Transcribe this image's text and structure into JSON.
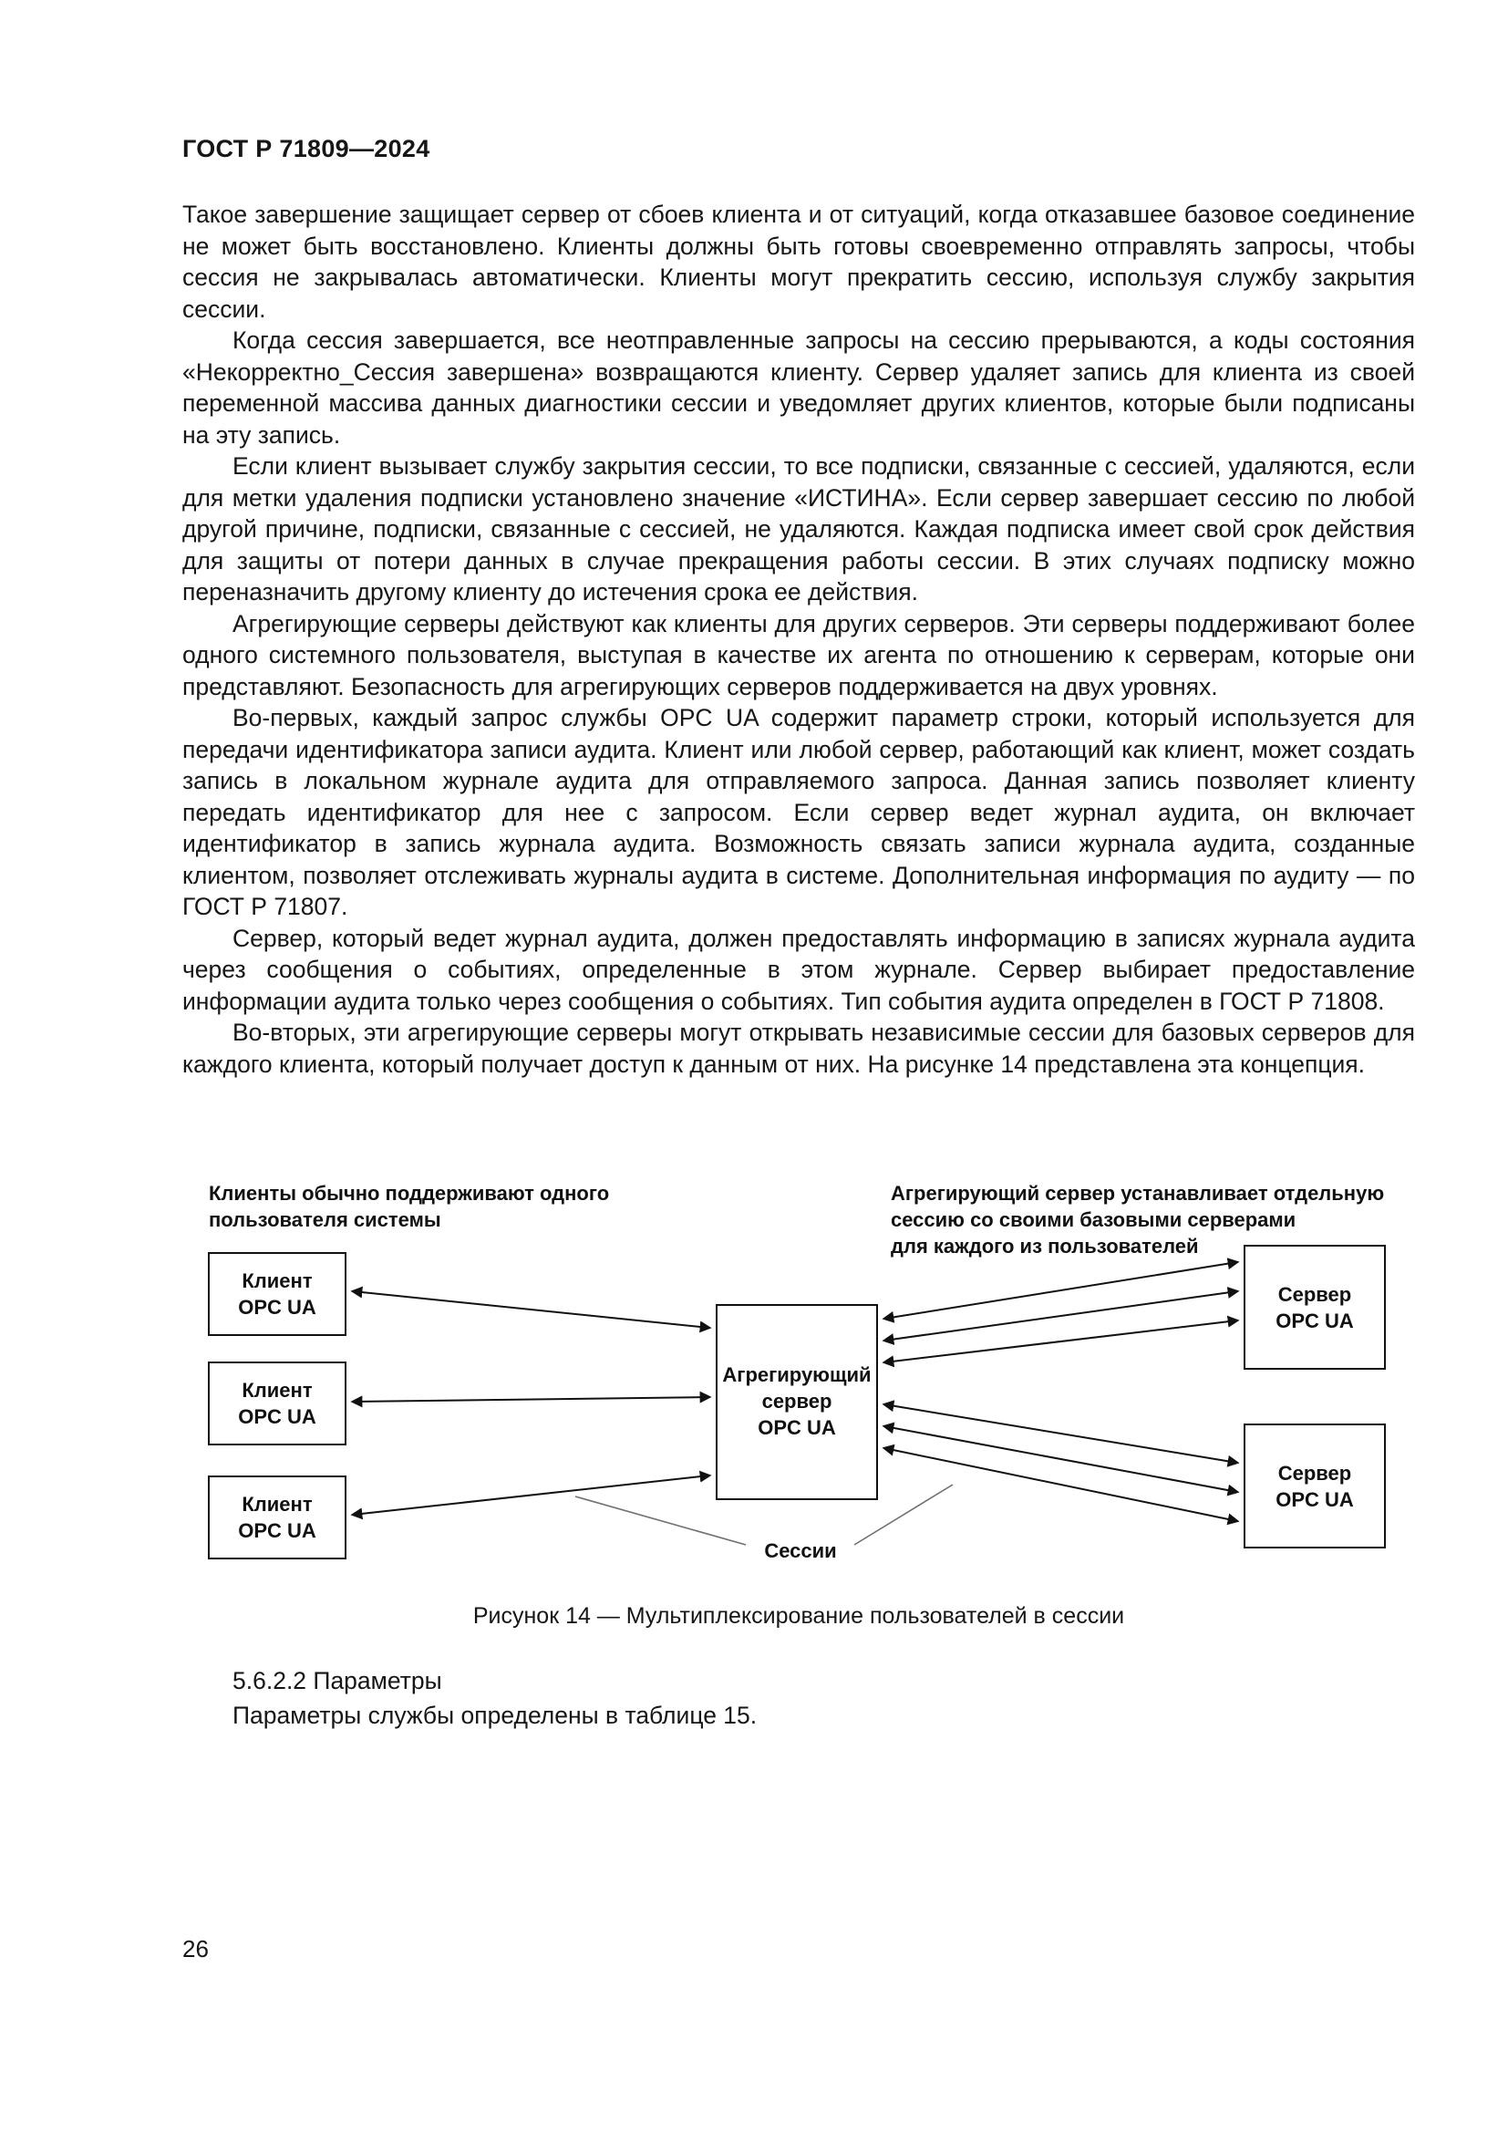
{
  "header": "ГОСТ Р 71809—2024",
  "page_number": "26",
  "paragraphs": [
    "Такое завершение защищает сервер от сбоев клиента и от ситуаций, когда отказавшее базовое соединение не может быть восстановлено. Клиенты должны быть готовы своевременно отправлять запросы, чтобы сессия не закрывалась автоматически. Клиенты могут прекратить сессию, используя службу закрытия сессии.",
    "Когда сессия завершается, все неотправленные запросы на сессию прерываются, а коды состояния «Некорректно_Сессия завершена» возвращаются клиенту. Сервер удаляет запись для клиента из своей переменной массива данных диагностики сессии и уведомляет других клиентов, которые были подписаны на эту запись.",
    "Если клиент вызывает службу закрытия сессии, то все подписки, связанные с сессией, удаляются, если для метки удаления подписки установлено значение «ИСТИНА». Если сервер завершает сессию по любой другой причине, подписки, связанные с сессией, не удаляются. Каждая подписка имеет свой срок действия для защиты от потери данных в случае прекращения работы сессии. В этих случаях подписку можно переназначить другому клиенту до истечения срока ее действия.",
    "Агрегирующие серверы действуют как клиенты для других серверов. Эти серверы поддерживают более одного системного пользователя, выступая в качестве их агента по отношению к серверам, которые они представляют. Безопасность для агрегирующих серверов поддерживается на двух уровнях.",
    "Во-первых, каждый запрос службы OPC UA содержит параметр строки, который используется для передачи идентификатора записи аудита. Клиент или любой сервер, работающий как клиент, может создать запись в локальном журнале аудита для отправляемого запроса. Данная запись позволяет клиенту передать идентификатор для нее с запросом. Если сервер ведет журнал аудита, он включает идентификатор в запись журнала аудита. Возможность связать записи журнала аудита, созданные клиентом, позволяет отслеживать журналы аудита в системе. Дополнительная информация по аудиту — по ГОСТ Р 71807.",
    "Сервер, который ведет журнал аудита, должен предоставлять информацию в записях журнала аудита через сообщения о событиях, определенные в этом журнале. Сервер выбирает предоставление информации аудита только через сообщения о событиях. Тип события аудита определен в ГОСТ Р 71808.",
    "Во-вторых, эти агрегирующие серверы могут открывать независимые сессии для базовых серверов для каждого клиента, который получает доступ к данным от них. На рисунке 14 представлена эта концепция."
  ],
  "figure": {
    "label_left_lines": [
      "Клиенты обычно поддерживают одного",
      "пользователя системы"
    ],
    "label_right_lines": [
      "Агрегирующий сервер устанавливает отдельную",
      "сессию со своими базовыми серверами",
      "для каждого из пользователей"
    ],
    "client_box_lines": [
      "Клиент",
      "OPC UA"
    ],
    "aggregating_box_lines": [
      "Агрегирующий",
      "сервер",
      "OPC UA"
    ],
    "server_box_lines": [
      "Сервер",
      "OPC UA"
    ],
    "sessions_label": "Сессии",
    "caption": "Рисунок 14 — Мультиплексирование пользователей в сессии"
  },
  "section": {
    "heading": "5.6.2.2 Параметры",
    "text": "Параметры службы определены в таблице 15."
  }
}
